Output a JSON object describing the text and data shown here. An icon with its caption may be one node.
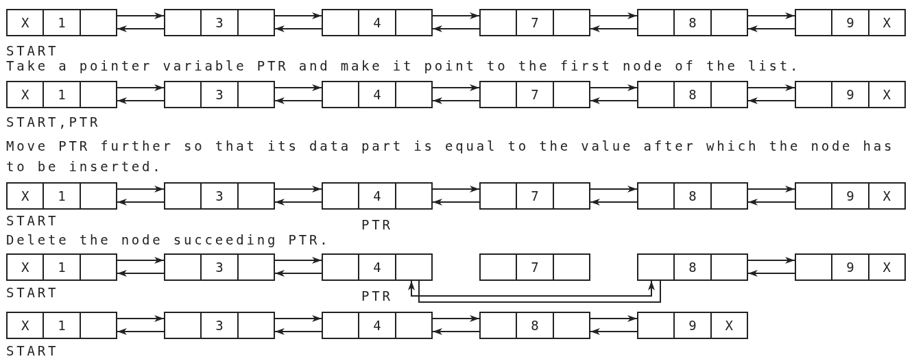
{
  "diagram": {
    "nodes": [
      {
        "text": [
          "X",
          "1"
        ],
        "beside": [
          "START"
        ]
      },
      {
        "text": [
          "3"
        ]
      },
      {
        "text": [
          "4"
        ]
      },
      {
        "text": [
          "7"
        ]
      },
      {
        "text": [
          "8"
        ]
      },
      {
        "text": [
          "9",
          "X"
        ]
      },
      {
        "text": [
          "X",
          "1"
        ],
        "beside": [
          "START,PTR"
        ]
      },
      {
        "text": [
          "3"
        ]
      },
      {
        "text": [
          "4"
        ]
      },
      {
        "text": [
          "7"
        ]
      },
      {
        "text": [
          "8"
        ]
      },
      {
        "text": [
          "9",
          "X"
        ]
      },
      {
        "text": [
          "X",
          "1"
        ],
        "beside": [
          "START"
        ]
      },
      {
        "text": [
          "3"
        ]
      },
      {
        "text": [
          "4"
        ],
        "beside": [
          "PTR"
        ]
      },
      {
        "text": [
          "7"
        ]
      },
      {
        "text": [
          "8"
        ]
      },
      {
        "text": [
          "9",
          "X"
        ]
      },
      {
        "text": [
          "X",
          "1"
        ],
        "beside": [
          "START"
        ]
      },
      {
        "text": [
          "3"
        ]
      },
      {
        "text": [
          "4"
        ],
        "beside": [
          "PTR"
        ]
      },
      {
        "text": [
          "7"
        ]
      },
      {
        "text": [
          "8"
        ]
      },
      {
        "text": [
          "9",
          "X"
        ]
      },
      {
        "text": [
          "X",
          "1"
        ],
        "beside": [
          "START"
        ]
      },
      {
        "text": [
          "3"
        ]
      },
      {
        "text": [
          "4"
        ]
      },
      {
        "text": [
          "8"
        ]
      },
      {
        "text": [
          "9",
          "X"
        ]
      }
    ],
    "edges": [
      {
        "from": 0,
        "to": 1,
        "arrow": "to"
      },
      {
        "from": 1,
        "to": 0,
        "arrow": "to"
      },
      {
        "from": 1,
        "to": 2,
        "arrow": "to"
      },
      {
        "from": 2,
        "to": 1,
        "arrow": "to"
      },
      {
        "from": 2,
        "to": 3,
        "arrow": "to"
      },
      {
        "from": 3,
        "to": 2,
        "arrow": "to"
      },
      {
        "from": 3,
        "to": 4,
        "arrow": "to"
      },
      {
        "from": 4,
        "to": 3,
        "arrow": "to"
      },
      {
        "from": 4,
        "to": 5,
        "arrow": "to"
      },
      {
        "from": 5,
        "to": 4,
        "arrow": "to"
      },
      {
        "from": 6,
        "to": 7,
        "arrow": "to"
      },
      {
        "from": 7,
        "to": 6,
        "arrow": "to"
      },
      {
        "from": 7,
        "to": 8,
        "arrow": "to"
      },
      {
        "from": 8,
        "to": 7,
        "arrow": "to"
      },
      {
        "from": 8,
        "to": 9,
        "arrow": "to"
      },
      {
        "from": 9,
        "to": 8,
        "arrow": "to"
      },
      {
        "from": 9,
        "to": 10,
        "arrow": "to"
      },
      {
        "from": 10,
        "to": 9,
        "arrow": "to"
      },
      {
        "from": 10,
        "to": 11,
        "arrow": "to"
      },
      {
        "from": 11,
        "to": 10,
        "arrow": "to"
      },
      {
        "from": 12,
        "to": 13,
        "arrow": "to"
      },
      {
        "from": 13,
        "to": 12,
        "arrow": "to"
      },
      {
        "from": 13,
        "to": 14,
        "arrow": "to"
      },
      {
        "from": 14,
        "to": 13,
        "arrow": "to"
      },
      {
        "from": 14,
        "to": 15,
        "arrow": "to"
      },
      {
        "from": 15,
        "to": 14,
        "arrow": "to"
      },
      {
        "from": 15,
        "to": 16,
        "arrow": "to"
      },
      {
        "from": 16,
        "to": 15,
        "arrow": "to"
      },
      {
        "from": 16,
        "to": 17,
        "arrow": "to"
      },
      {
        "from": 17,
        "to": 16,
        "arrow": "to"
      },
      {
        "from": 18,
        "to": 19,
        "arrow": "to"
      },
      {
        "from": 19,
        "to": 18,
        "arrow": "to"
      },
      {
        "from": 19,
        "to": 20,
        "arrow": "to"
      },
      {
        "from": 20,
        "to": 19,
        "arrow": "to"
      },
      {
        "from": 20,
        "to": 22,
        "arrow": "both"
      },
      {
        "from": 20,
        "to": 22,
        "arrow": "none"
      },
      {
        "from": 22,
        "to": 23,
        "arrow": "to"
      },
      {
        "from": 23,
        "to": 22,
        "arrow": "to"
      },
      {
        "from": 24,
        "to": 25,
        "arrow": "to"
      },
      {
        "from": 25,
        "to": 24,
        "arrow": "to"
      },
      {
        "from": 25,
        "to": 26,
        "arrow": "to"
      },
      {
        "from": 26,
        "to": 25,
        "arrow": "to"
      },
      {
        "from": 26,
        "to": 27,
        "arrow": "to"
      },
      {
        "from": 27,
        "to": 26,
        "arrow": "to"
      },
      {
        "from": 27,
        "to": 28,
        "arrow": "to"
      },
      {
        "from": 28,
        "to": 27,
        "arrow": "to"
      }
    ],
    "labels": [
      "Take a pointer variable PTR and make it point to the first node of the list.",
      "Move PTR further so that its data part is equal to the value after which the node has to be inserted.",
      "Delete the node succeeding PTR."
    ]
  }
}
